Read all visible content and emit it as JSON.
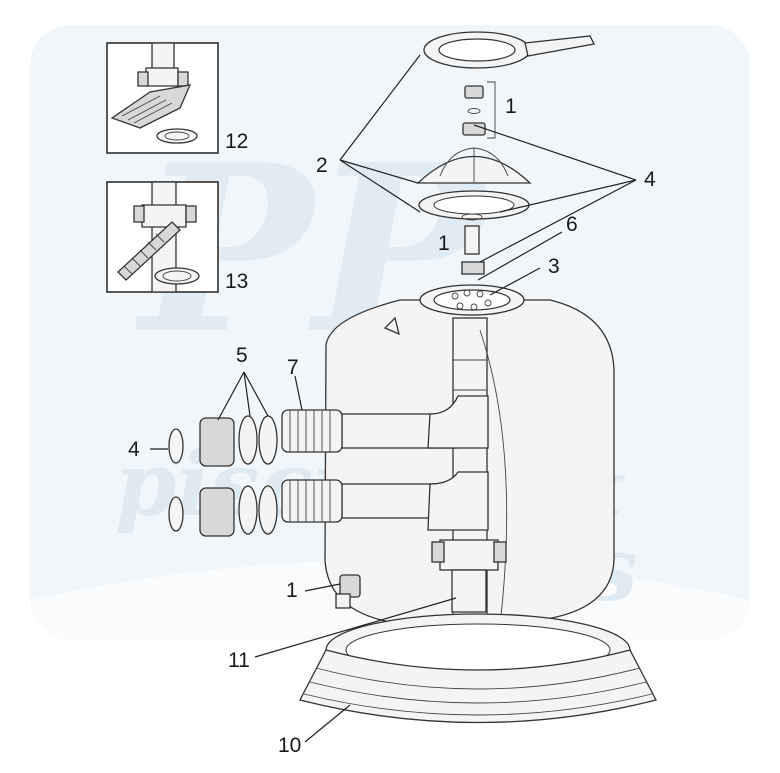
{
  "watermark": {
    "monogram": "PP",
    "line1": "piscines &",
    "line2": "spas"
  },
  "callouts": [
    {
      "id": "c1a",
      "label": "1"
    },
    {
      "id": "c1b",
      "label": "1"
    },
    {
      "id": "c1c",
      "label": "1"
    },
    {
      "id": "c2",
      "label": "2"
    },
    {
      "id": "c3",
      "label": "3"
    },
    {
      "id": "c4a",
      "label": "4"
    },
    {
      "id": "c4b",
      "label": "4"
    },
    {
      "id": "c5",
      "label": "5"
    },
    {
      "id": "c6",
      "label": "6"
    },
    {
      "id": "c7",
      "label": "7"
    },
    {
      "id": "c10",
      "label": "10"
    },
    {
      "id": "c11",
      "label": "11"
    },
    {
      "id": "c12",
      "label": "12"
    },
    {
      "id": "c13",
      "label": "13"
    }
  ]
}
